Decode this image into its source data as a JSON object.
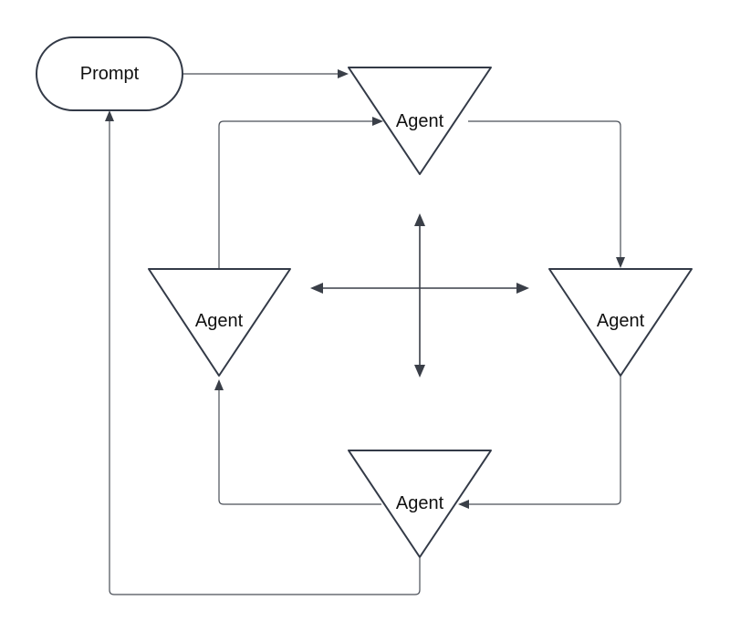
{
  "nodes": {
    "prompt": {
      "label": "Prompt"
    },
    "agent_top": {
      "label": "Agent"
    },
    "agent_left": {
      "label": "Agent"
    },
    "agent_right": {
      "label": "Agent"
    },
    "agent_bottom": {
      "label": "Agent"
    }
  },
  "colors": {
    "stroke": "#333a47",
    "text": "#111111",
    "background": "#ffffff"
  }
}
